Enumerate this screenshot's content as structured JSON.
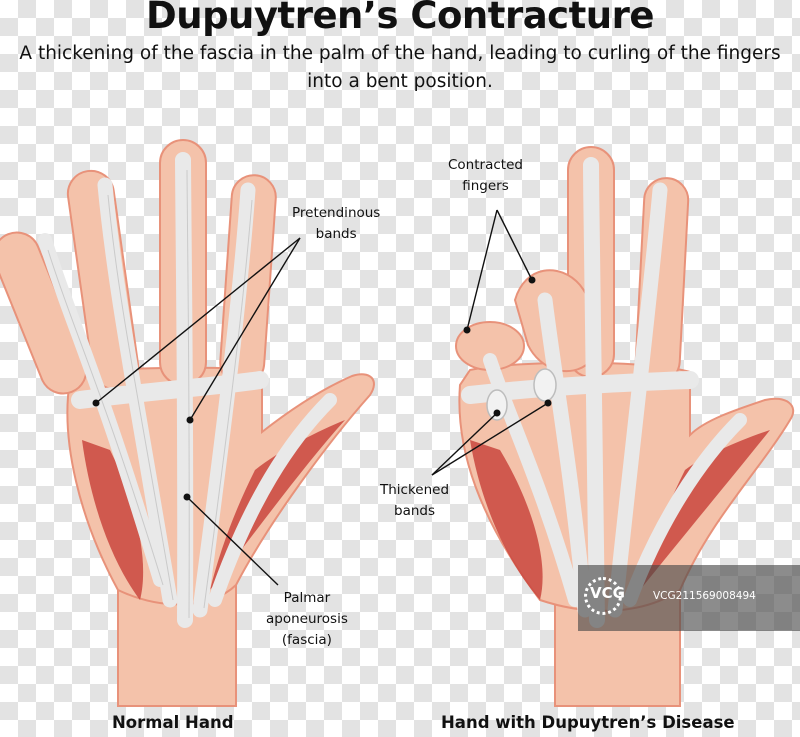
{
  "header": {
    "title": "Dupuytren’s Contracture",
    "subtitle_line1": "A thickening of the fascia in the palm of the hand, leading to curling of the fingers",
    "subtitle_line2": "into a bent position."
  },
  "labels": {
    "pretendinous_1": "Pretendinous",
    "pretendinous_2": "bands",
    "palmar_1": "Palmar",
    "palmar_2": "aponeurosis",
    "palmar_3": "(fascia)",
    "contracted_1": "Contracted",
    "contracted_2": "fingers",
    "thickened_1": "Thickened",
    "thickened_2": "bands"
  },
  "captions": {
    "normal": "Normal Hand",
    "disease": "Hand with Dupuytren’s Disease"
  },
  "watermark": {
    "brand": "VCG",
    "id": "VCG211569008494"
  },
  "colors": {
    "skin": "#f4c2aa",
    "skin_outline": "#e8927a",
    "muscle": "#c9463e",
    "tendon": "#e9e9e9",
    "background_check": "#e3e3e3"
  }
}
